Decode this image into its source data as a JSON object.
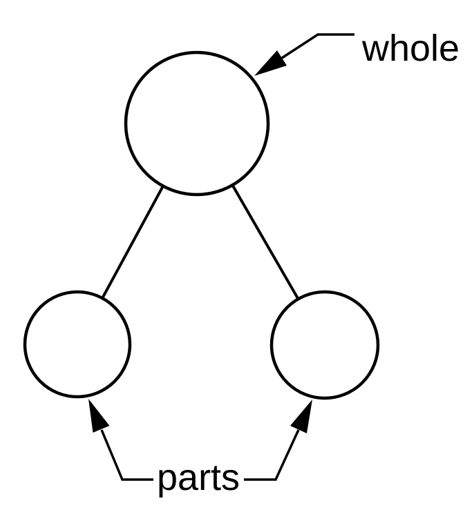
{
  "colors": {
    "stroke": "#000000",
    "text": "#000000",
    "background": "#ffffff"
  },
  "diagram": {
    "whole_label": "whole",
    "parts_label": "parts",
    "nodes": [
      {
        "id": "whole-circle",
        "role": "whole"
      },
      {
        "id": "part-left-circle",
        "role": "part"
      },
      {
        "id": "part-right-circle",
        "role": "part"
      }
    ],
    "edges": [
      {
        "from": "whole-circle",
        "to": "part-left-circle"
      },
      {
        "from": "whole-circle",
        "to": "part-right-circle"
      }
    ],
    "annotations": [
      {
        "label": "whole",
        "points_to": "whole-circle"
      },
      {
        "label": "parts",
        "points_to": [
          "part-left-circle",
          "part-right-circle"
        ]
      }
    ]
  }
}
